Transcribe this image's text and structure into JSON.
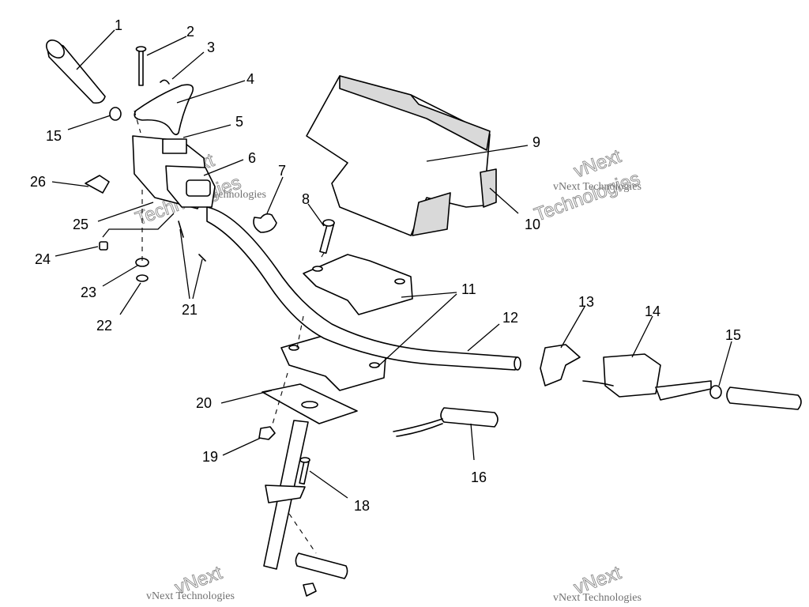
{
  "diagram": {
    "callouts": [
      "1",
      "2",
      "3",
      "4",
      "5",
      "6",
      "7",
      "8",
      "9",
      "10",
      "11",
      "12",
      "13",
      "14",
      "15",
      "16",
      "18",
      "19",
      "20",
      "21",
      "22",
      "23",
      "24",
      "25",
      "26"
    ],
    "callout_15_repeat": "15",
    "watermark": {
      "brand": "vNext",
      "full": "vNext Technologies",
      "word": "Technologies"
    }
  }
}
